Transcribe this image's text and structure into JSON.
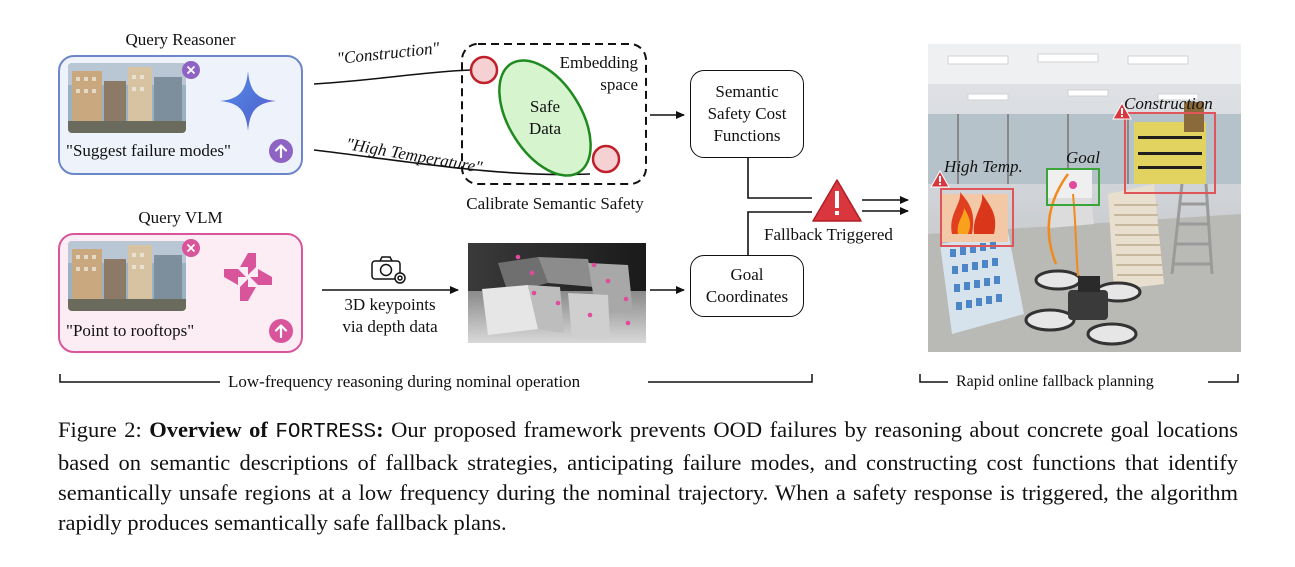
{
  "left_panel": {
    "query_reasoner": {
      "title": "Query Reasoner",
      "prompt": "\"Suggest failure modes\"",
      "color": "#6b86c9",
      "fill": "#eef2fb",
      "icon": "sparkle-icon"
    },
    "query_vlm": {
      "title": "Query VLM",
      "prompt": "\"Point to rooftops\"",
      "color": "#d9559b",
      "fill": "#fcedf5",
      "icon": "pinwheel-icon"
    }
  },
  "embedding": {
    "label_line1": "Embedding",
    "label_line2": "space",
    "safe_line1": "Safe",
    "safe_line2": "Data",
    "arrow_top_label": "\"Construction\"",
    "arrow_bottom_label": "\"High Temperature\"",
    "caption": "Calibrate Semantic Safety",
    "safe_fill": "#d6f5cf",
    "safe_stroke": "#1f8a1f",
    "failure_stroke": "#c0202a",
    "failure_fill": "#f6d1d4"
  },
  "depth": {
    "label_line1": "3D keypoints",
    "label_line2": "via depth data",
    "icon": "camera-gear-icon",
    "point_color": "#e24a9c"
  },
  "boxes": {
    "cost_line1": "Semantic",
    "cost_line2": "Safety Cost",
    "cost_line3": "Functions",
    "goal_line1": "Goal",
    "goal_line2": "Coordinates",
    "fallback_label": "Fallback Triggered",
    "warning_color": "#d9363e"
  },
  "scene": {
    "construction_label": "Construction",
    "high_temp_label": "High Temp.",
    "goal_label": "Goal",
    "danger_box_color": "#e0555a",
    "goal_box_color": "#3aa63a"
  },
  "bottom": {
    "low_freq": "Low-frequency reasoning during nominal operation",
    "rapid": "Rapid online fallback planning"
  },
  "caption": {
    "prefix": "Figure 2: ",
    "bold_lead": "Overview of ",
    "name": "FORTRESS",
    "bold_colon": ":",
    "body": " Our proposed framework prevents OOD failures by reasoning about concrete goal locations based on semantic descriptions of fallback strategies, anticipating failure modes, and constructing cost functions that identify semantically unsafe regions at a low frequency during the nominal trajectory. When a safety response is triggered, the algorithm rapidly produces semantically safe fallback plans."
  }
}
